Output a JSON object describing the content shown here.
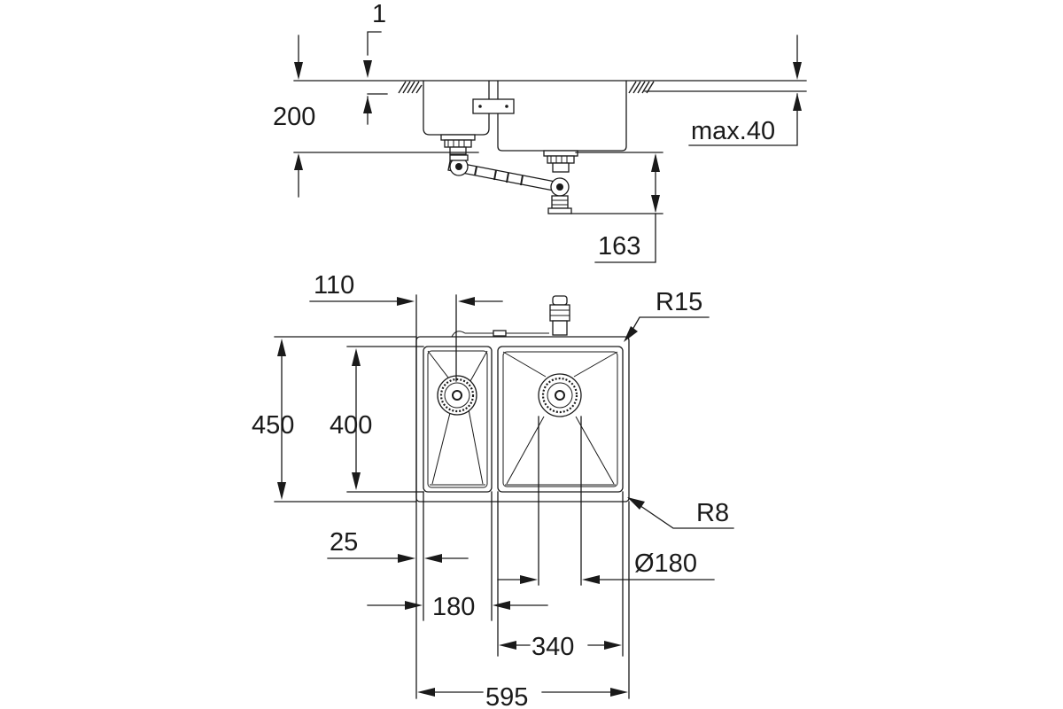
{
  "dimensions": {
    "thickness": "1",
    "depth_side": "200",
    "max_depth": "max.40",
    "drain_height": "163",
    "drain_offset": "110",
    "corner_radius_outer": "R15",
    "width_total_outer": "450",
    "width_inner": "400",
    "corner_radius_inner": "R8",
    "rim_left": "25",
    "drain_diameter": "Ø180",
    "small_bowl": "180",
    "large_bowl": "340",
    "overall_length": "595"
  }
}
